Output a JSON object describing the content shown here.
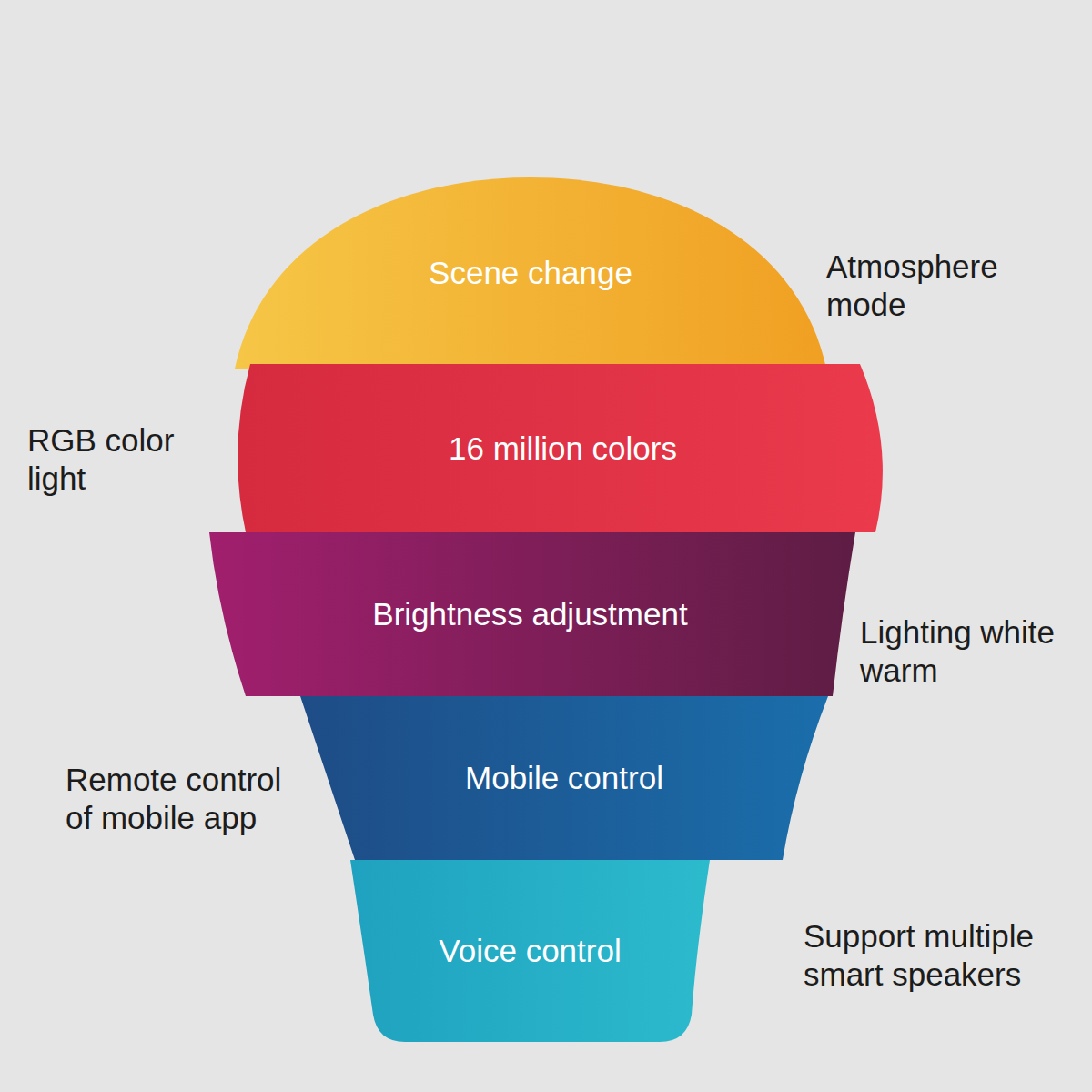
{
  "diagram": {
    "nodes": [
      {
        "text": [
          "Scene change"
        ]
      },
      {
        "text": [
          "16 million colors"
        ]
      },
      {
        "text": [
          "Brightness adjustment"
        ]
      },
      {
        "text": [
          "Mobile control"
        ]
      },
      {
        "text": [
          "Voice control"
        ]
      }
    ],
    "labels": [
      "Atmosphere mode",
      "RGB color light",
      "Lighting white warm",
      "Remote control of mobile app",
      "Support multiple smart speakers"
    ]
  }
}
